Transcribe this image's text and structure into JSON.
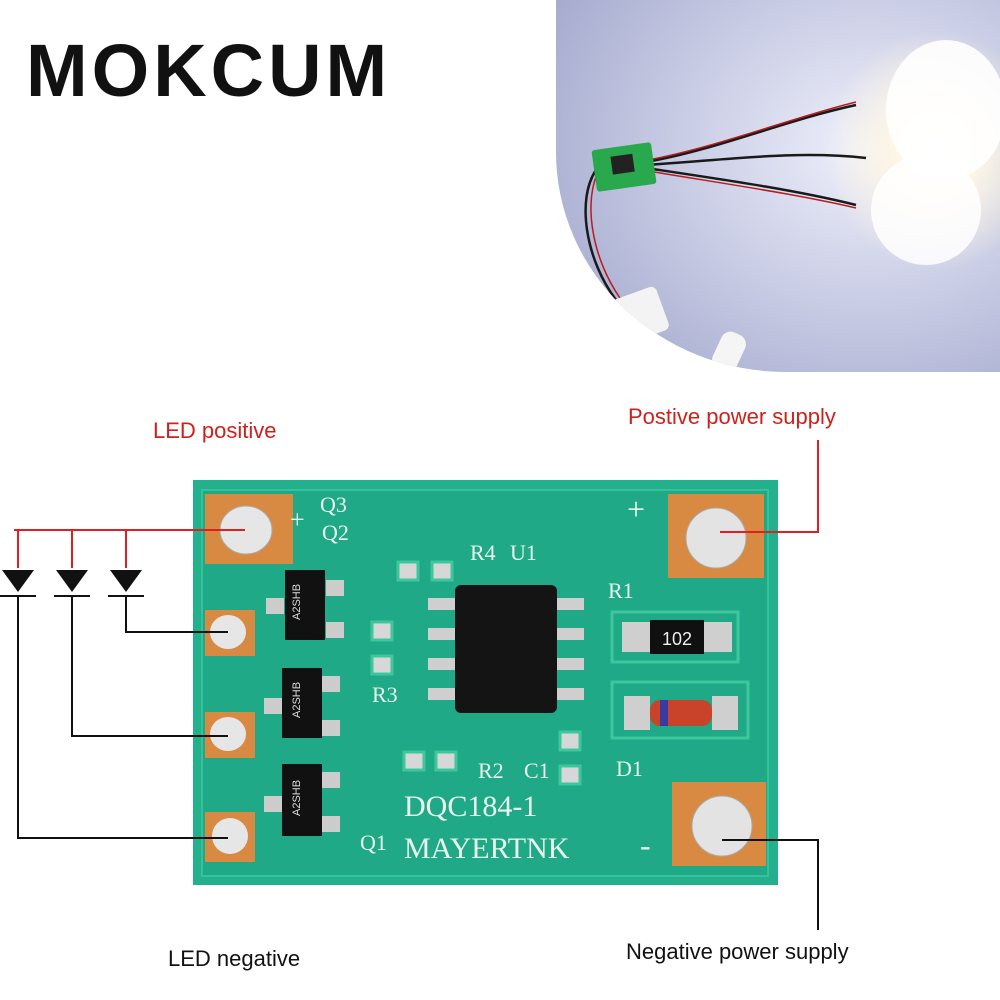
{
  "brand": "MOKCUM",
  "labels": {
    "led_positive": "LED positive",
    "positive_supply": "Postive power supply",
    "led_negative": "LED negative",
    "negative_supply": "Negative power supply"
  },
  "board": {
    "model": "DQC184-1",
    "maker": "MAYERTNK",
    "resistor_code": "102",
    "chip_marking": "A2SHB",
    "plus": "+",
    "minus": "-",
    "silk": {
      "q3": "Q3",
      "q2": "Q2",
      "q1": "Q1",
      "u1": "U1",
      "r1": "R1",
      "r2": "R2",
      "r3": "R3",
      "r4": "R4",
      "c1": "C1",
      "d1": "D1",
      "plus": "+"
    }
  },
  "colors": {
    "pcb": "#22b08a",
    "trace_red": "#e02020",
    "line_black": "#111111",
    "label_red": "#d0201c"
  }
}
